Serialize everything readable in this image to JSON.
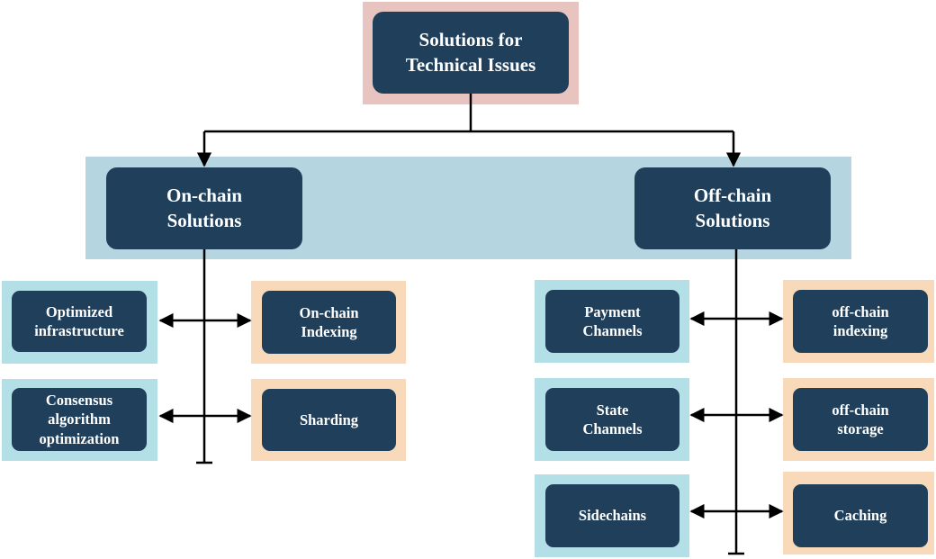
{
  "diagram": {
    "root": {
      "label": "Solutions for\nTechnical Issues"
    },
    "branches": [
      {
        "label": "On-chain\nSolutions",
        "left_items": [
          "Optimized\ninfrastructure",
          "Consensus\nalgorithm\noptimization"
        ],
        "right_items": [
          "On-chain\nIndexing",
          "Sharding"
        ]
      },
      {
        "label": "Off-chain\nSolutions",
        "left_items": [
          "Payment\nChannels",
          "State\nChannels",
          "Sidechains"
        ],
        "right_items": [
          "off-chain\nindexing",
          "off-chain\nstorage",
          "Caching"
        ]
      }
    ]
  },
  "colors": {
    "node_fill": "#1f3f5a",
    "root_highlight": "#e8c4c0",
    "branch_band": "#b5d6e0",
    "left_item_highlight": "#b3e0e6",
    "right_item_highlight": "#f8d9b9",
    "connector": "#000000"
  }
}
